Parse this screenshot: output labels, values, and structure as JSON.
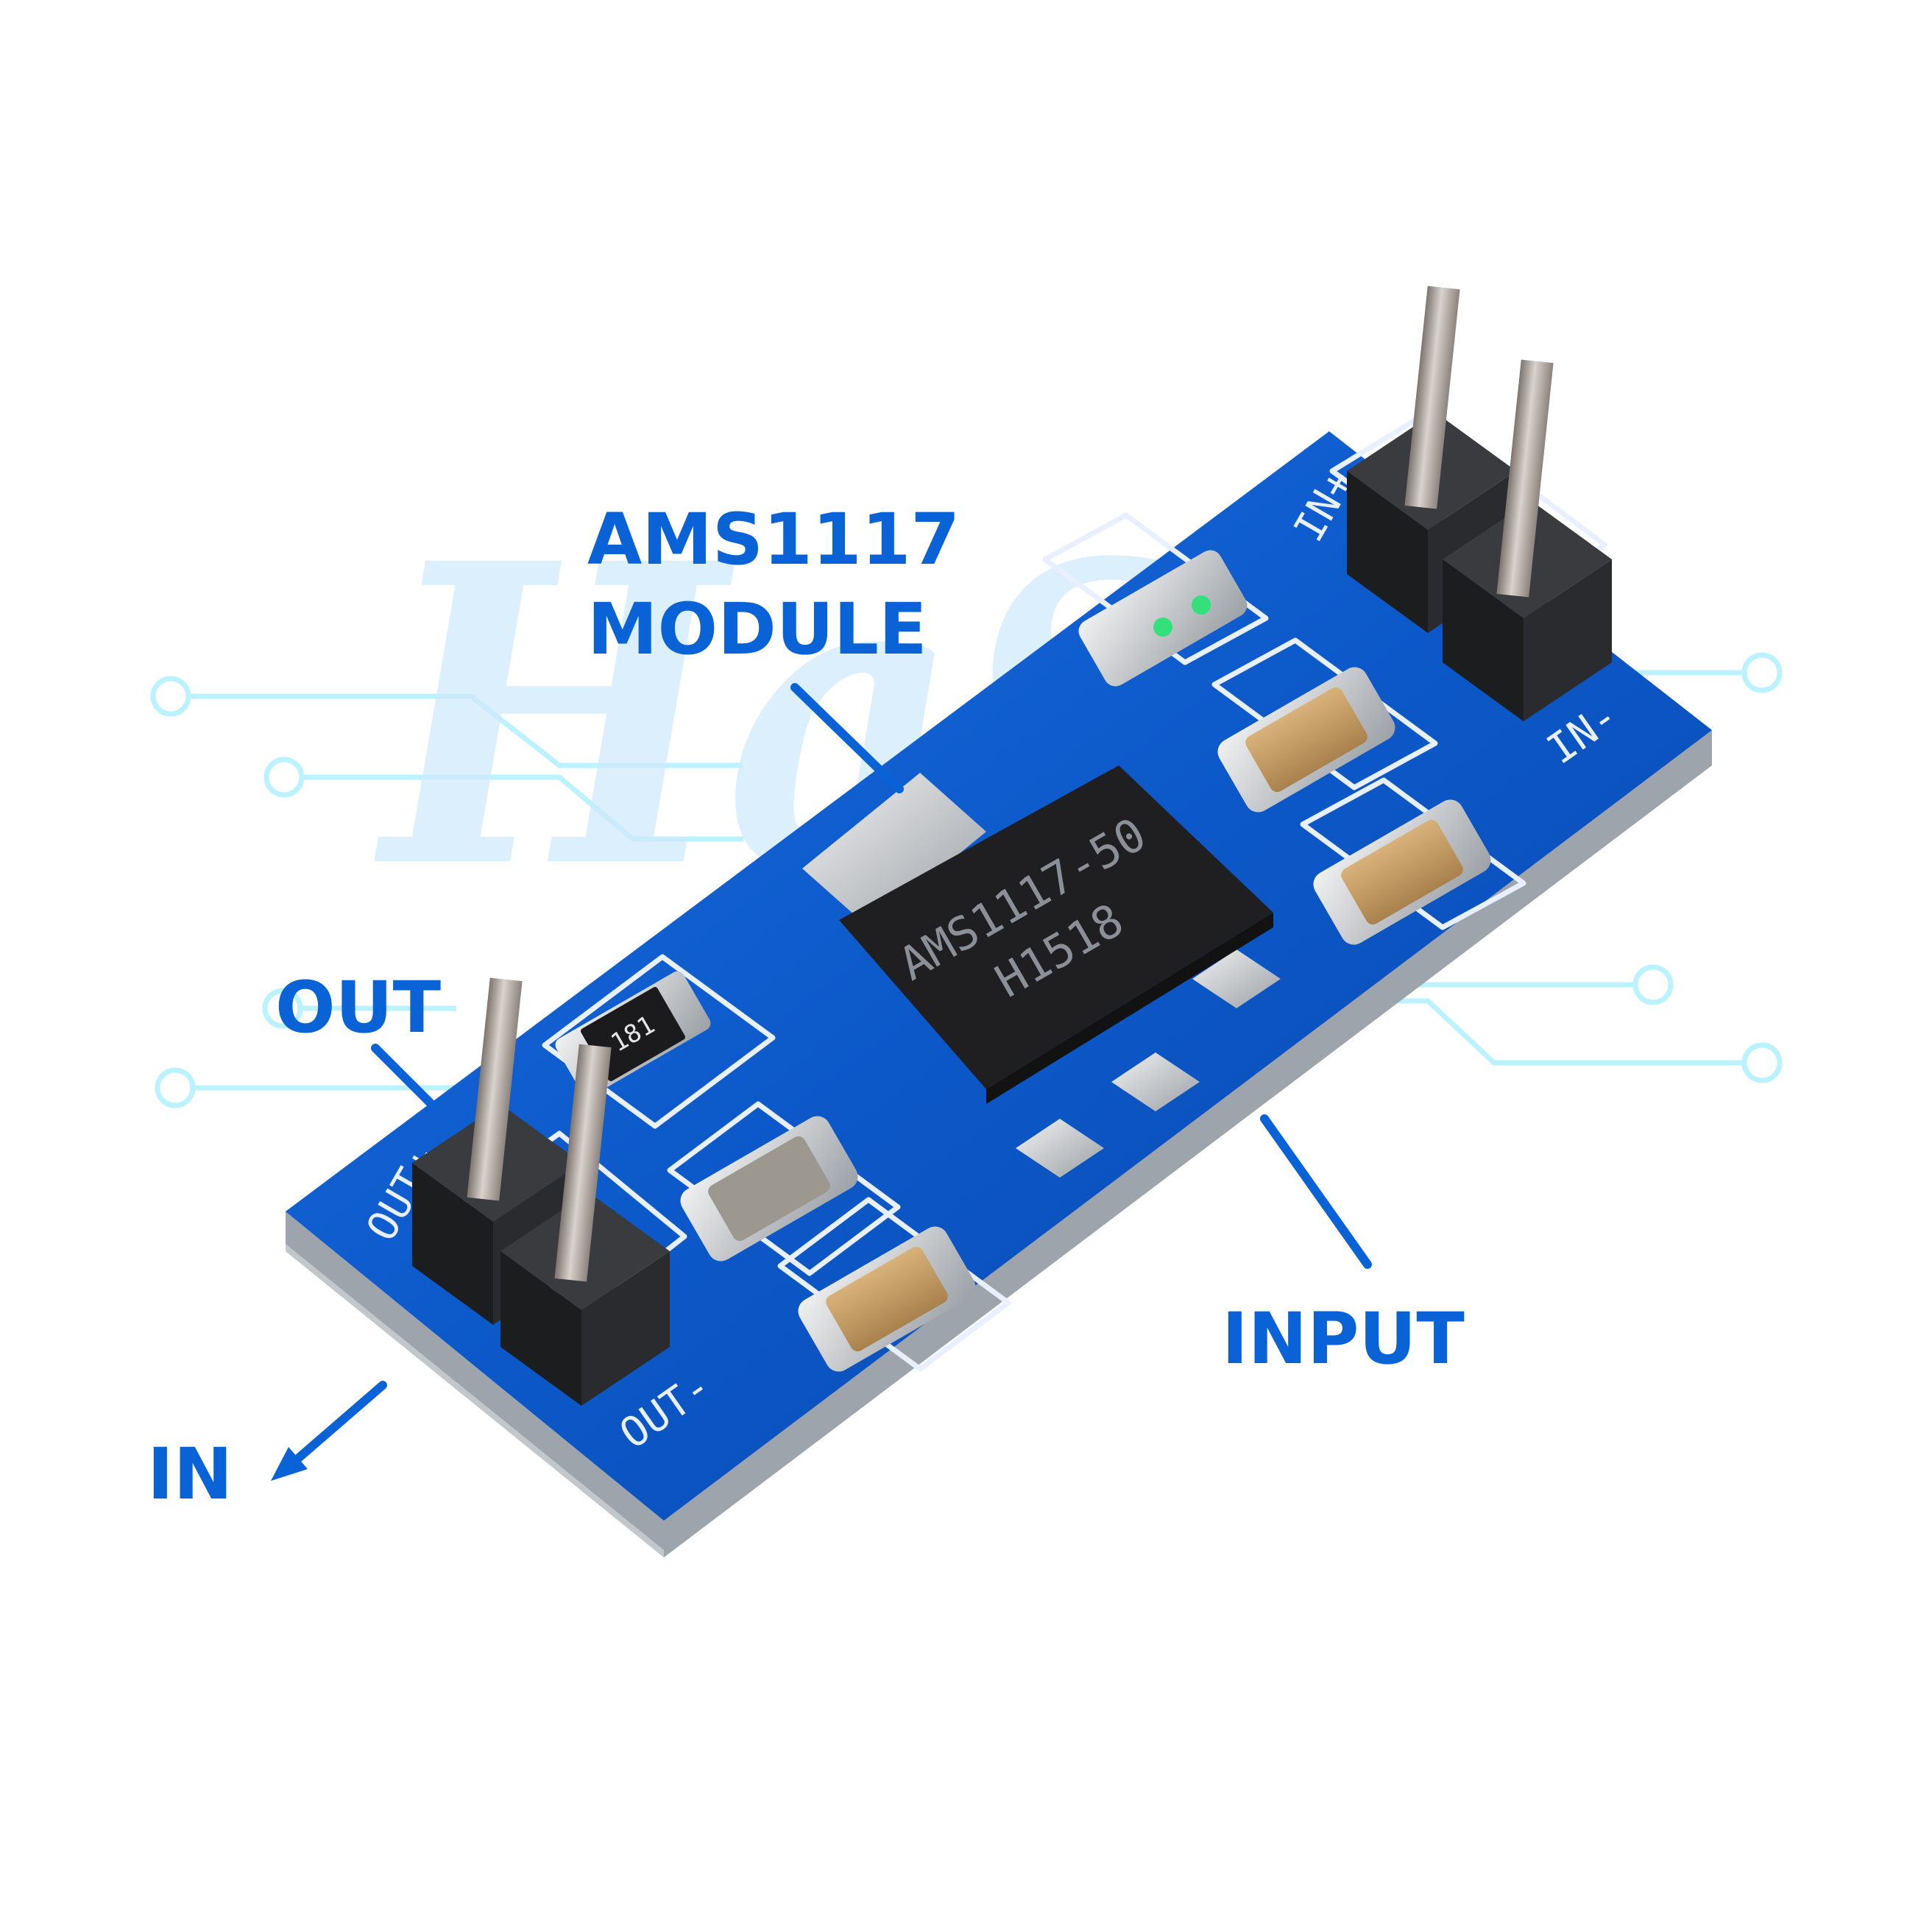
{
  "colors": {
    "callout": "#0a63d6",
    "pcb": "#0c58c9",
    "pcb_edge": "#9ea4ab",
    "silkscreen": "#e8f0ff",
    "header_plastic": "#232426",
    "pin_metal": "#b9b2ab",
    "circuit_decor": "#aef0ff",
    "led": "#33e07a"
  },
  "callouts": {
    "module_line1": "AMS1117",
    "module_line2": "MODULE",
    "out": "OUT",
    "in": "IN",
    "input": "INPUT"
  },
  "silkscreen": {
    "in_plus": "IN+",
    "in_minus": "IN-",
    "out_plus": "OUT+",
    "out_minus": "OUT-"
  },
  "regulator": {
    "part": "AMS1117-50",
    "code": "H1518"
  },
  "resistor_code": "181",
  "watermark": "HaSa"
}
